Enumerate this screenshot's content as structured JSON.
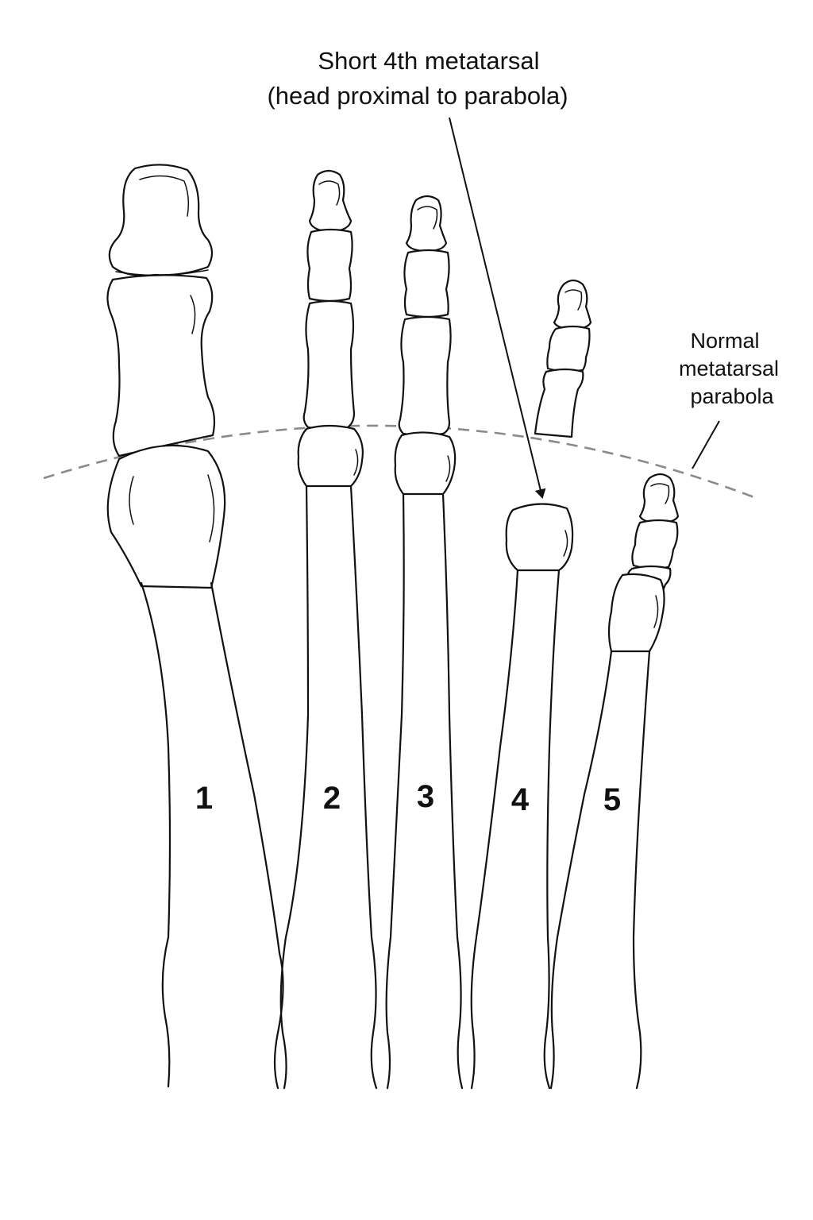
{
  "annotations": {
    "short_fourth_line1": "Short 4th metatarsal",
    "short_fourth_line2": "(head proximal to parabola)",
    "normal_parabola_line1": "Normal",
    "normal_parabola_line2": "metatarsal",
    "normal_parabola_line3": "parabola"
  },
  "metatarsal_labels": [
    "1",
    "2",
    "3",
    "4",
    "5"
  ],
  "colors": {
    "outline": "#111111",
    "parabola_dash": "#8a8a8a",
    "background": "#ffffff"
  }
}
